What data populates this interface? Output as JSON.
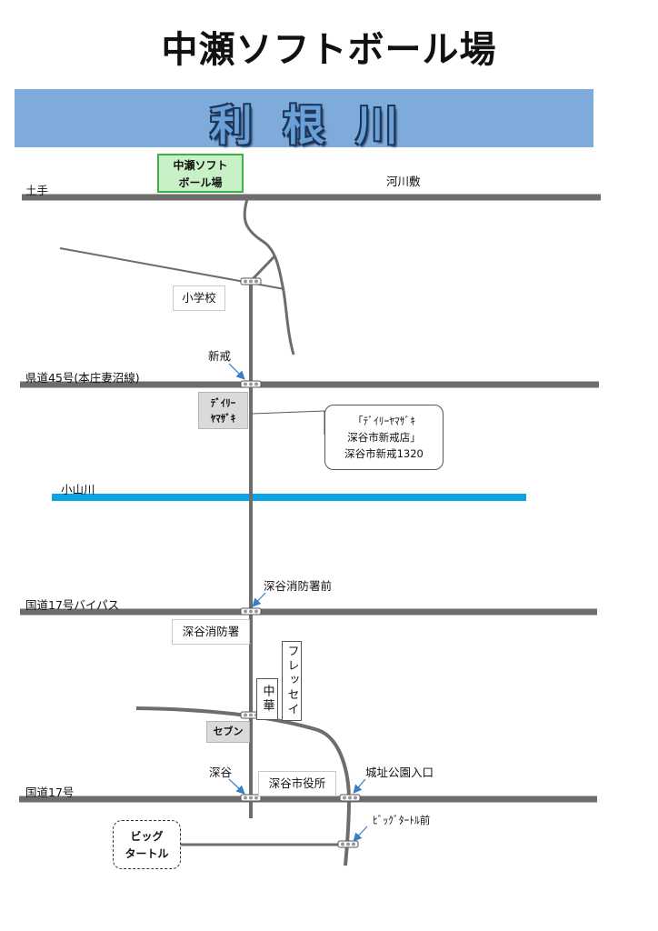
{
  "title": "中瀬ソフトボール場",
  "river_banner": "利根川",
  "destination": {
    "line1": "中瀬ソフト",
    "line2": "ボール場"
  },
  "labels": {
    "dote": "土手",
    "kasenshiki": "河川敷",
    "shogakko": "小学校",
    "shinkai": "新戒",
    "kendo45": "県道45号(本庄妻沼線)",
    "oyamagawa": "小山川",
    "fukaya_shobosho_mae": "深谷消防署前",
    "kokudo17_bypass": "国道17号バイパス",
    "fukaya_shobosho": "深谷消防署",
    "fukaya": "深谷",
    "fukaya_shiyakusho": "深谷市役所",
    "jooshi_koen_iriguchi": "城址公園入口",
    "kokudo17": "国道17号",
    "big_turtle_mae": "ﾋﾞｯｸﾞﾀｰﾄﾙ前"
  },
  "daily_yamazaki": {
    "line1": "ﾃﾞｲﾘｰ",
    "line2": "ﾔﾏｻﾞｷ"
  },
  "callout": {
    "line1": "「ﾃﾞｲﾘｰﾔﾏｻﾞｷ",
    "line2": "深谷市新戒店」",
    "line3": "深谷市新戒1320"
  },
  "seven": "セブン",
  "chuka": "中華",
  "fresay": "フレッセイ",
  "big_turtle": {
    "line1": "ビッグ",
    "line2": "タートル"
  },
  "colors": {
    "road": "#6d6d6d",
    "river_banner": "#7eabdc",
    "small_river": "#0aa4e6",
    "destination_fill": "#c9f1c7",
    "destination_border": "#3eb049",
    "signal": "#ffffff"
  }
}
